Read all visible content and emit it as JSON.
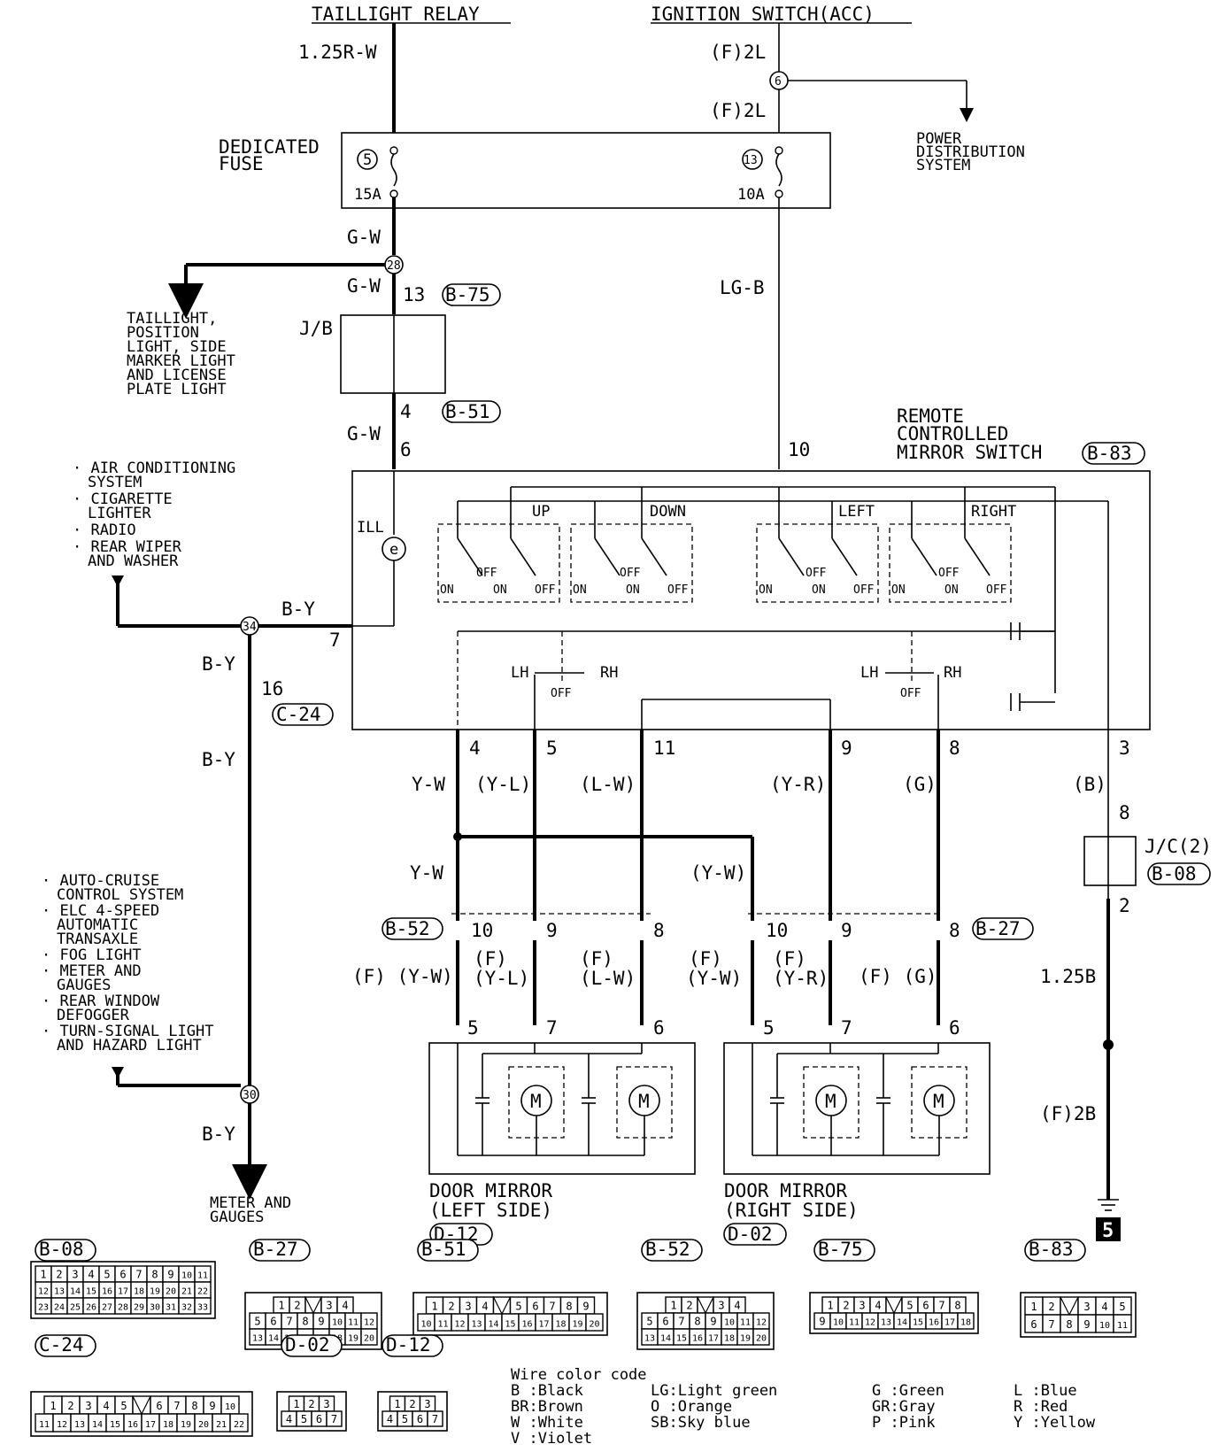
{
  "sources": {
    "taillight_relay": "TAILLIGHT RELAY",
    "ignition_switch": "IGNITION SWITCH(ACC)"
  },
  "wires": {
    "w_125rw": "1.25R-W",
    "w_f2l_a": "(F)2L",
    "w_f2l_b": "(F)2L",
    "w_gw_1": "G-W",
    "w_gw_2": "G-W",
    "w_gw_3": "G-W",
    "w_lgb": "LG-B",
    "w_by_1": "B-Y",
    "w_by_2": "B-Y",
    "w_by_3": "B-Y",
    "w_by_4": "B-Y",
    "w_yw_1": "Y-W",
    "w_yl": "(Y-L)",
    "w_lw": "(L-W)",
    "w_yr": "(Y-R)",
    "w_g": "(G)",
    "w_b": "(B)",
    "w_yw_2": "Y-W",
    "w_yw_3": "(Y-W)",
    "w_125b": "1.25B",
    "w_f2b": "(F)2B",
    "w_f_yw_1": "(F) (Y-W)",
    "w_f_yl_a": "(F)",
    "w_f_yl_b": "(Y-L)",
    "w_f_lw_a": "(F)",
    "w_f_lw_b": "(L-W)",
    "w_f_yw2_a": "(F)",
    "w_f_yw2_b": "(Y-W)",
    "w_f_yr_a": "(F)",
    "w_f_yr_b": "(Y-R)",
    "w_f_g": "(F) (G)"
  },
  "fuse": {
    "label_1": "DEDICATED",
    "label_2": "FUSE",
    "fuse_a_num": "5",
    "fuse_a_rating": "15A",
    "fuse_b_num": "13",
    "fuse_b_rating": "10A"
  },
  "splices": {
    "s6": "6",
    "s28": "28",
    "s34": "34",
    "s30": "30"
  },
  "power_distribution": [
    "POWER",
    "DISTRIBUTION",
    "SYSTEM"
  ],
  "taillight_loads": [
    "TAILLIGHT,",
    "POSITION",
    "LIGHT, SIDE",
    "MARKER LIGHT",
    "AND LICENSE",
    "PLATE LIGHT"
  ],
  "jb": {
    "label": "J/B",
    "pin_top": "13",
    "pin_bottom": "4",
    "conn_top": "B-75",
    "conn_bottom": "B-51"
  },
  "switch": {
    "title_1": "REMOTE",
    "title_2": "CONTROLLED",
    "title_3": "MIRROR SWITCH",
    "connector": "B-83",
    "pin_ill": "6",
    "pin_top": "10",
    "pin_gnd": "7",
    "ill_label": "ILL",
    "ill_symbol": "e",
    "sec_up": "UP",
    "sec_down": "DOWN",
    "sec_left": "LEFT",
    "sec_right": "RIGHT",
    "on": "ON",
    "off": "OFF",
    "lh": "LH",
    "rh": "RH",
    "out_pins": [
      "4",
      "5",
      "11",
      "9",
      "8",
      "3"
    ]
  },
  "ac_loads": [
    "· AIR CONDITIONING",
    "SYSTEM",
    "· CIGARETTE",
    "LIGHTER",
    "· RADIO",
    "· REAR WIPER",
    "AND WASHER"
  ],
  "cruise_loads": [
    "· AUTO-CRUISE",
    "CONTROL SYSTEM",
    "· ELC 4-SPEED",
    "AUTOMATIC",
    "TRANSAXLE",
    "· FOG LIGHT",
    "· METER AND",
    "GAUGES",
    "· REAR WINDOW",
    "DEFOGGER",
    "· TURN-SIGNAL LIGHT",
    "AND HAZARD LIGHT"
  ],
  "meter_gauges": [
    "METER AND",
    "GAUGES"
  ],
  "c24": {
    "pin": "16",
    "conn": "C-24"
  },
  "jc2": {
    "label": "J/C(2)",
    "conn": "B-08",
    "pin_top": "8",
    "pin_bottom": "2"
  },
  "mirror_connectors": {
    "b52": "B-52",
    "b27": "B-27",
    "b52_pins": [
      "10",
      "9",
      "8"
    ],
    "b27_pins": [
      "10",
      "9",
      "8"
    ],
    "left_motor_pins": [
      "5",
      "7",
      "6"
    ],
    "right_motor_pins": [
      "5",
      "7",
      "6"
    ]
  },
  "mirrors": {
    "left_1": "DOOR MIRROR",
    "left_2": "(LEFT SIDE)",
    "left_conn": "D-12",
    "right_1": "DOOR MIRROR",
    "right_2": "(RIGHT SIDE)",
    "right_conn": "D-02",
    "motor": "M"
  },
  "ground_number": "5",
  "connector_faces": {
    "B-08": {
      "rows": [
        [
          "1",
          "2",
          "3",
          "4",
          "5",
          "6",
          "7",
          "8",
          "9",
          "10",
          "11"
        ],
        [
          "12",
          "13",
          "14",
          "15",
          "16",
          "17",
          "18",
          "19",
          "20",
          "21",
          "22"
        ],
        [
          "23",
          "24",
          "25",
          "26",
          "27",
          "28",
          "29",
          "30",
          "31",
          "32",
          "33"
        ]
      ]
    },
    "B-27": {
      "rows": [
        [
          "1",
          "2",
          "",
          "3",
          "4"
        ],
        [
          "5",
          "6",
          "7",
          "8",
          "9",
          "10",
          "11",
          "12"
        ],
        [
          "13",
          "14",
          "15",
          "16",
          "17",
          "18",
          "19",
          "20"
        ]
      ]
    },
    "B-51": {
      "rows": [
        [
          "1",
          "2",
          "3",
          "4",
          "",
          "5",
          "6",
          "7",
          "8",
          "9"
        ],
        [
          "10",
          "11",
          "12",
          "13",
          "14",
          "15",
          "16",
          "17",
          "18",
          "19",
          "20"
        ]
      ]
    },
    "B-52": {
      "rows": [
        [
          "1",
          "2",
          "",
          "3",
          "4"
        ],
        [
          "5",
          "6",
          "7",
          "8",
          "9",
          "10",
          "11",
          "12"
        ],
        [
          "13",
          "14",
          "15",
          "16",
          "17",
          "18",
          "19",
          "20"
        ]
      ]
    },
    "B-75": {
      "rows": [
        [
          "1",
          "2",
          "3",
          "4",
          "",
          "5",
          "6",
          "7",
          "8"
        ],
        [
          "9",
          "10",
          "11",
          "12",
          "13",
          "14",
          "15",
          "16",
          "17",
          "18"
        ]
      ]
    },
    "B-83": {
      "rows": [
        [
          "1",
          "2",
          "",
          "3",
          "4",
          "5"
        ],
        [
          "6",
          "7",
          "8",
          "9",
          "10",
          "11"
        ]
      ]
    },
    "C-24": {
      "rows": [
        [
          "1",
          "2",
          "3",
          "4",
          "5",
          "",
          "6",
          "7",
          "8",
          "9",
          "10"
        ],
        [
          "11",
          "12",
          "13",
          "14",
          "15",
          "16",
          "17",
          "18",
          "19",
          "20",
          "21",
          "22"
        ]
      ]
    },
    "D-02": {
      "rows": [
        [
          "1",
          "2",
          "3"
        ],
        [
          "4",
          "5",
          "6",
          "7"
        ]
      ]
    },
    "D-12": {
      "rows": [
        [
          "1",
          "2",
          "3"
        ],
        [
          "4",
          "5",
          "6",
          "7"
        ]
      ]
    }
  },
  "legend": {
    "title": "Wire color code",
    "col1": [
      "B :Black",
      "BR:Brown",
      "W :White",
      "V :Violet"
    ],
    "col2": [
      "LG:Light green",
      "O :Orange",
      "SB:Sky blue"
    ],
    "col3": [
      "G :Green",
      "GR:Gray",
      "P :Pink"
    ],
    "col4": [
      "L :Blue",
      "R :Red",
      "Y :Yellow"
    ]
  }
}
